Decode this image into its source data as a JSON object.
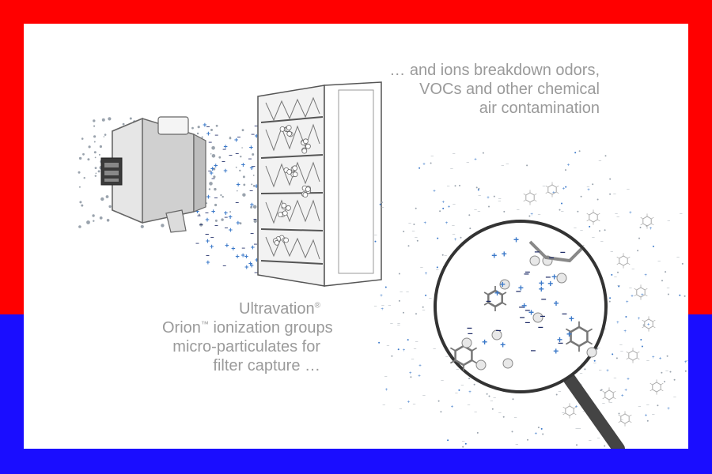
{
  "colors": {
    "frame_top": "#ff0000",
    "frame_bottom": "#1a0dff",
    "panel": "#ffffff",
    "caption_text": "#9a9a9a",
    "ion_plus": "#3a78c9",
    "ion_minus": "#1c2a66",
    "particle": "#9aa3ad",
    "device": "#c9c9c9",
    "filter": "#8f8f8f",
    "molecule": "#a8a8a8"
  },
  "captions": {
    "top": {
      "line1": "… and ions breakdown odors,",
      "line2": "VOCs and other chemical",
      "line3": "air contamination"
    },
    "bottom": {
      "brand": "Ultravation",
      "brand_mark": "®",
      "product": "Orion",
      "product_mark": "™",
      "line1_rest": "ionization groups",
      "line2": "micro-particulates for",
      "line3": "filter capture …"
    }
  },
  "icons": {
    "ionizer": "ionizer-device-icon",
    "filter": "air-filter-icon",
    "magnifier": "magnifying-glass-icon",
    "molecule": "benzene-molecule-icon"
  }
}
